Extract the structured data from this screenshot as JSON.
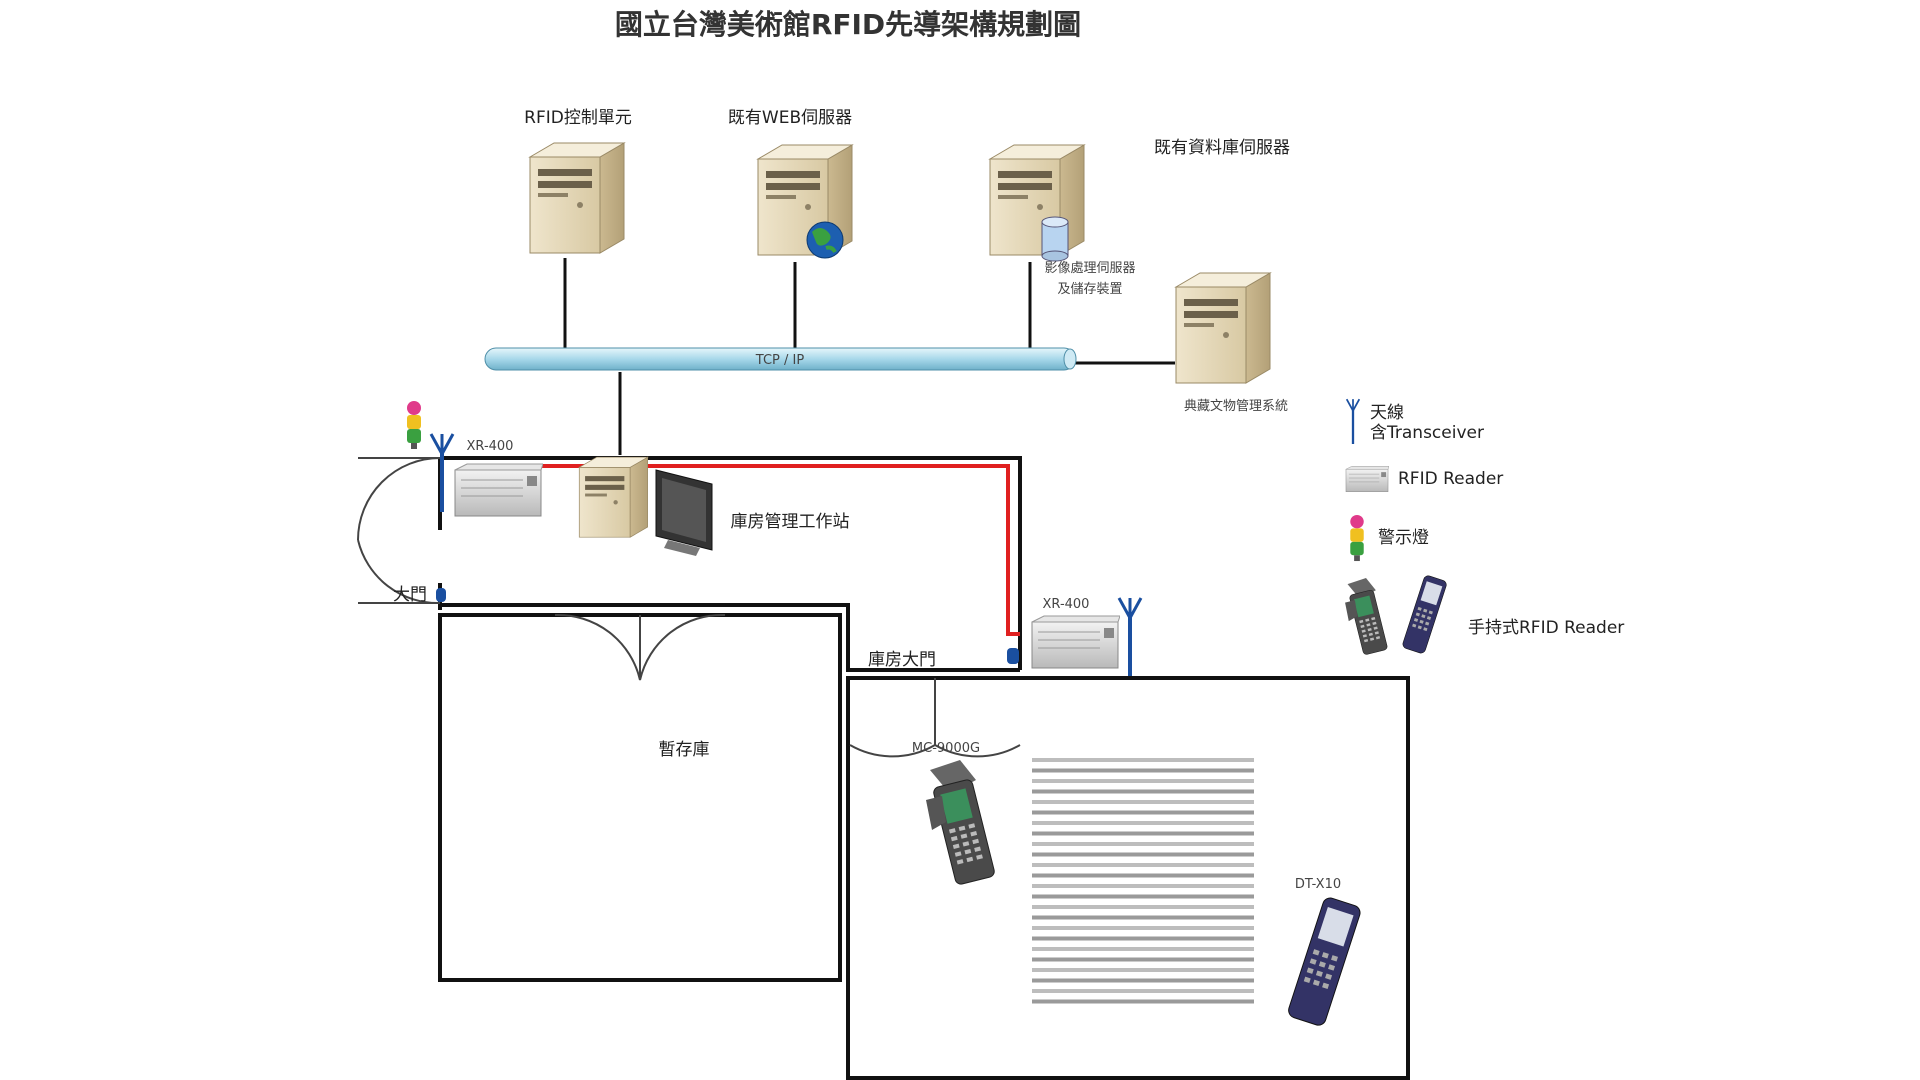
{
  "diagram": {
    "title": "國立台灣美術館RFID先導架構規劃圖",
    "servers": {
      "rfid_control": "RFID控制單元",
      "web_server": "既有WEB伺服器",
      "db_server": "既有資料庫伺服器",
      "image_server_line1": "影像處理伺服器",
      "image_server_line2": "及儲存裝置",
      "collection_system": "典藏文物管理系統"
    },
    "network": {
      "bus_label": "TCP / IP"
    },
    "floor": {
      "reader_left": "XR-400",
      "reader_right": "XR-400",
      "workstation": "庫房管理工作站",
      "main_door": "大門",
      "warehouse_door": "庫房大門",
      "temp_storage": "暫存庫",
      "handheld_left": "MC-9000G",
      "handheld_right": "DT-X10"
    },
    "legend": {
      "antenna_line1": "天線",
      "antenna_line2": "含Transceiver",
      "rfid_reader": "RFID Reader",
      "warning_light": "警示燈",
      "handheld_reader": "手持式RFID Reader"
    },
    "colors": {
      "bus": "#a8d8ea",
      "red_link": "#e02020",
      "antenna": "#1a4fa0",
      "server_body": "#e8dcc0",
      "handheld": "#555555"
    }
  }
}
